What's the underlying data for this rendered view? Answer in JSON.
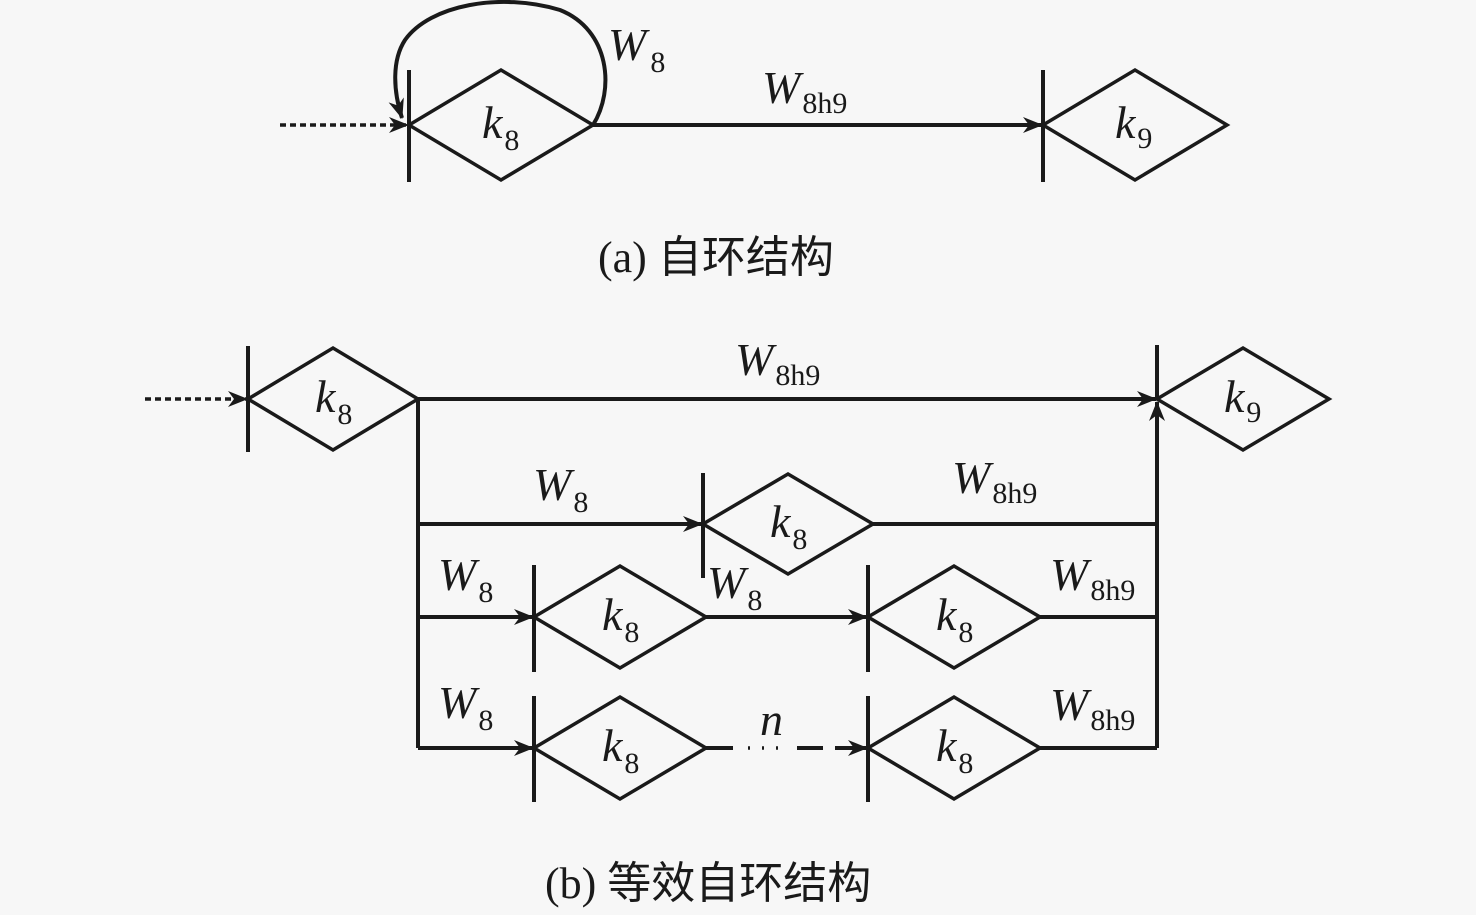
{
  "diagram": {
    "color": "#1a1a1a",
    "background": "#f7f7f7",
    "panel_a": {
      "caption": "(a) 自环结构",
      "nodes": [
        {
          "id": "a_k8",
          "base": "k",
          "sub": "8"
        },
        {
          "id": "a_k9",
          "base": "k",
          "sub": "9"
        }
      ],
      "edges": [
        {
          "from": "input",
          "to": "a_k8",
          "style": "dashed",
          "label": ""
        },
        {
          "from": "a_k8",
          "to": "a_k8",
          "style": "self-loop",
          "label_base": "W",
          "label_sub": "8"
        },
        {
          "from": "a_k8",
          "to": "a_k9",
          "style": "solid",
          "label_base": "W",
          "label_sub": "8h9"
        }
      ]
    },
    "panel_b": {
      "caption": "(b) 等效自环结构",
      "nodes": [
        {
          "id": "b_k8_top",
          "base": "k",
          "sub": "8"
        },
        {
          "id": "b_k9",
          "base": "k",
          "sub": "9"
        },
        {
          "id": "b_k8_r1",
          "base": "k",
          "sub": "8"
        },
        {
          "id": "b_k8_r2a",
          "base": "k",
          "sub": "8"
        },
        {
          "id": "b_k8_r2b",
          "base": "k",
          "sub": "8"
        },
        {
          "id": "b_k8_r3a",
          "base": "k",
          "sub": "8"
        },
        {
          "id": "b_k8_r3b",
          "base": "k",
          "sub": "8"
        }
      ],
      "edges": [
        {
          "from": "input",
          "to": "b_k8_top",
          "style": "dashed"
        },
        {
          "from": "b_k8_top",
          "to": "b_k9",
          "style": "solid",
          "label_base": "W",
          "label_sub": "8h9"
        },
        {
          "from": "b_k8_top",
          "to": "b_k8_r1",
          "style": "solid",
          "label_base": "W",
          "label_sub": "8"
        },
        {
          "from": "b_k8_r1",
          "to": "b_k9",
          "style": "solid",
          "label_base": "W",
          "label_sub": "8h9"
        },
        {
          "from": "b_k8_top",
          "to": "b_k8_r2a",
          "style": "solid",
          "label_base": "W",
          "label_sub": "8"
        },
        {
          "from": "b_k8_r2a",
          "to": "b_k8_r2b",
          "style": "solid",
          "label_base": "W",
          "label_sub": "8"
        },
        {
          "from": "b_k8_r2b",
          "to": "b_k9",
          "style": "solid",
          "label_base": "W",
          "label_sub": "8h9"
        },
        {
          "from": "b_k8_top",
          "to": "b_k8_r3a",
          "style": "solid",
          "label_base": "W",
          "label_sub": "8"
        },
        {
          "from": "b_k8_r3a",
          "to": "b_k8_r3b",
          "style": "dotted-repeat",
          "label_base": "n",
          "label_sub": ""
        },
        {
          "from": "b_k8_r3b",
          "to": "b_k9",
          "style": "solid",
          "label_base": "W",
          "label_sub": "8h9"
        }
      ]
    }
  }
}
